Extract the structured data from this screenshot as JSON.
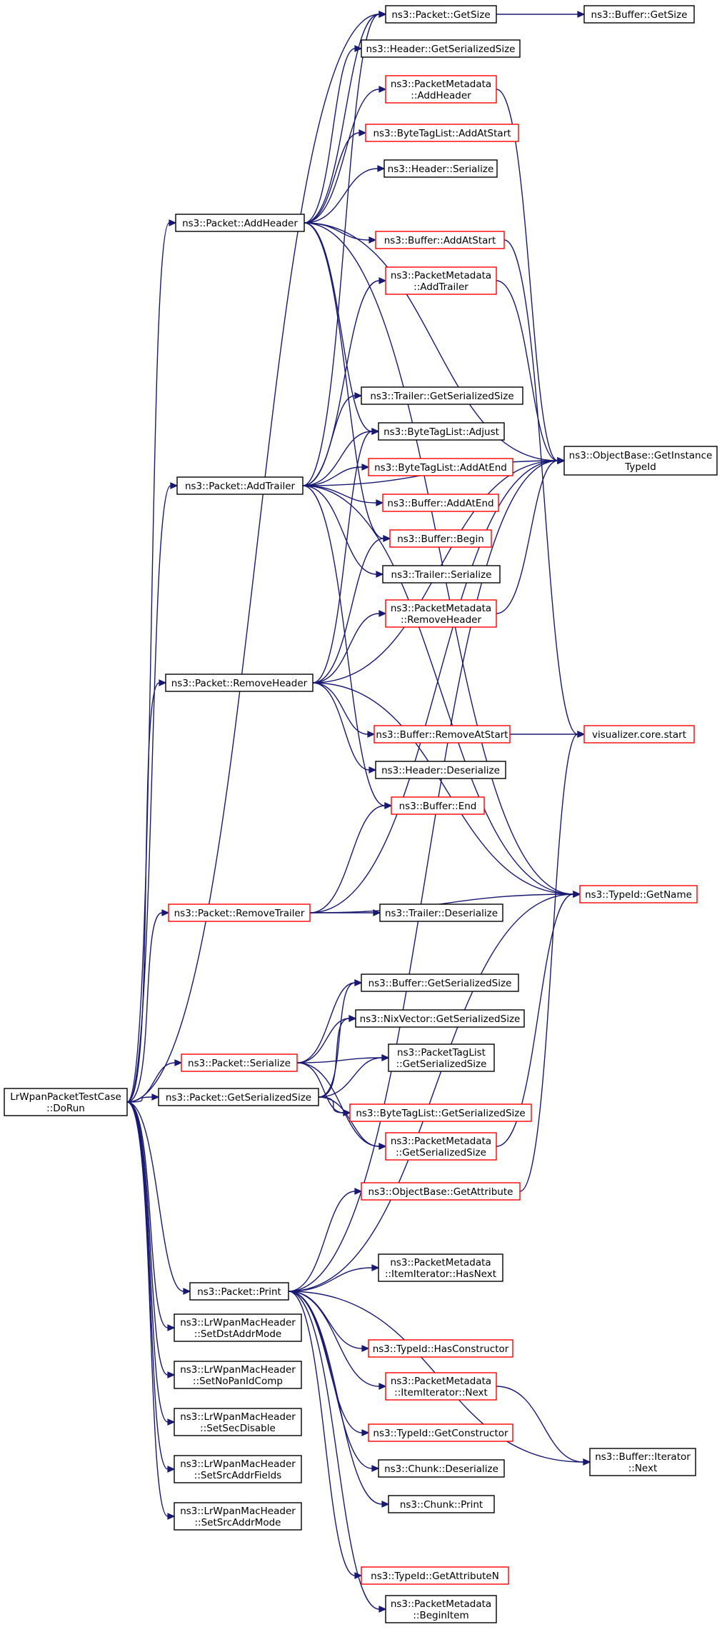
{
  "colors": {
    "edge": "#191970",
    "node_border_normal": "#000000",
    "node_border_truncated": "#ff0000",
    "node_fill_root": "#bfbfbf",
    "node_fill": "#ffffff"
  },
  "nodes": [
    {
      "id": "root",
      "lines": [
        "LrWpanPacketTestCase",
        "::DoRun"
      ],
      "kind": "root"
    },
    {
      "id": "pkt_getsize",
      "lines": [
        "ns3::Packet::GetSize"
      ],
      "kind": "normal"
    },
    {
      "id": "buf_getsize",
      "lines": [
        "ns3::Buffer::GetSize"
      ],
      "kind": "normal"
    },
    {
      "id": "hdr_getser",
      "lines": [
        "ns3::Header::GetSerializedSize"
      ],
      "kind": "normal"
    },
    {
      "id": "pm_addheader",
      "lines": [
        "ns3::PacketMetadata",
        "::AddHeader"
      ],
      "kind": "truncated"
    },
    {
      "id": "btl_addatstart",
      "lines": [
        "ns3::ByteTagList::AddAtStart"
      ],
      "kind": "truncated"
    },
    {
      "id": "hdr_serialize",
      "lines": [
        "ns3::Header::Serialize"
      ],
      "kind": "normal"
    },
    {
      "id": "pkt_addheader",
      "lines": [
        "ns3::Packet::AddHeader"
      ],
      "kind": "normal"
    },
    {
      "id": "buf_addatstart",
      "lines": [
        "ns3::Buffer::AddAtStart"
      ],
      "kind": "truncated"
    },
    {
      "id": "pm_addtrailer",
      "lines": [
        "ns3::PacketMetadata",
        "::AddTrailer"
      ],
      "kind": "truncated"
    },
    {
      "id": "trl_getser",
      "lines": [
        "ns3::Trailer::GetSerializedSize"
      ],
      "kind": "normal"
    },
    {
      "id": "btl_adjust",
      "lines": [
        "ns3::ByteTagList::Adjust"
      ],
      "kind": "normal"
    },
    {
      "id": "obj_getinst",
      "lines": [
        "ns3::ObjectBase::GetInstance",
        "TypeId"
      ],
      "kind": "normal"
    },
    {
      "id": "btl_addatend",
      "lines": [
        "ns3::ByteTagList::AddAtEnd"
      ],
      "kind": "truncated"
    },
    {
      "id": "pkt_addtrailer",
      "lines": [
        "ns3::Packet::AddTrailer"
      ],
      "kind": "normal"
    },
    {
      "id": "buf_addatend",
      "lines": [
        "ns3::Buffer::AddAtEnd"
      ],
      "kind": "truncated"
    },
    {
      "id": "buf_begin",
      "lines": [
        "ns3::Buffer::Begin"
      ],
      "kind": "truncated"
    },
    {
      "id": "trl_serialize",
      "lines": [
        "ns3::Trailer::Serialize"
      ],
      "kind": "normal"
    },
    {
      "id": "pm_removeheader",
      "lines": [
        "ns3::PacketMetadata",
        "::RemoveHeader"
      ],
      "kind": "truncated"
    },
    {
      "id": "pkt_removeheader",
      "lines": [
        "ns3::Packet::RemoveHeader"
      ],
      "kind": "normal"
    },
    {
      "id": "buf_removeatstart",
      "lines": [
        "ns3::Buffer::RemoveAtStart"
      ],
      "kind": "truncated"
    },
    {
      "id": "vis_start",
      "lines": [
        "visualizer.core.start"
      ],
      "kind": "truncated"
    },
    {
      "id": "hdr_deserialize",
      "lines": [
        "ns3::Header::Deserialize"
      ],
      "kind": "normal"
    },
    {
      "id": "buf_end",
      "lines": [
        "ns3::Buffer::End"
      ],
      "kind": "truncated"
    },
    {
      "id": "typeid_getname",
      "lines": [
        "ns3::TypeId::GetName"
      ],
      "kind": "truncated"
    },
    {
      "id": "pkt_removetrailer",
      "lines": [
        "ns3::Packet::RemoveTrailer"
      ],
      "kind": "truncated"
    },
    {
      "id": "trl_deserialize",
      "lines": [
        "ns3::Trailer::Deserialize"
      ],
      "kind": "normal"
    },
    {
      "id": "buf_getser",
      "lines": [
        "ns3::Buffer::GetSerializedSize"
      ],
      "kind": "normal"
    },
    {
      "id": "nix_getser",
      "lines": [
        "ns3::NixVector::GetSerializedSize"
      ],
      "kind": "normal"
    },
    {
      "id": "pkt_serialize",
      "lines": [
        "ns3::Packet::Serialize"
      ],
      "kind": "truncated"
    },
    {
      "id": "ptl_getser",
      "lines": [
        "ns3::PacketTagList",
        "::GetSerializedSize"
      ],
      "kind": "normal"
    },
    {
      "id": "pkt_getser",
      "lines": [
        "ns3::Packet::GetSerializedSize"
      ],
      "kind": "normal"
    },
    {
      "id": "btl_getser",
      "lines": [
        "ns3::ByteTagList::GetSerializedSize"
      ],
      "kind": "truncated"
    },
    {
      "id": "pm_getser",
      "lines": [
        "ns3::PacketMetadata",
        "::GetSerializedSize"
      ],
      "kind": "truncated"
    },
    {
      "id": "obj_getattr",
      "lines": [
        "ns3::ObjectBase::GetAttribute"
      ],
      "kind": "truncated"
    },
    {
      "id": "pm_ii_hasnext",
      "lines": [
        "ns3::PacketMetadata",
        "::ItemIterator::HasNext"
      ],
      "kind": "normal"
    },
    {
      "id": "pkt_print",
      "lines": [
        "ns3::Packet::Print"
      ],
      "kind": "normal"
    },
    {
      "id": "lw_setdst",
      "lines": [
        "ns3::LrWpanMacHeader",
        "::SetDstAddrMode"
      ],
      "kind": "normal"
    },
    {
      "id": "typeid_hasctor",
      "lines": [
        "ns3::TypeId::HasConstructor"
      ],
      "kind": "truncated"
    },
    {
      "id": "lw_setnopan",
      "lines": [
        "ns3::LrWpanMacHeader",
        "::SetNoPanIdComp"
      ],
      "kind": "normal"
    },
    {
      "id": "pm_ii_next",
      "lines": [
        "ns3::PacketMetadata",
        "::ItemIterator::Next"
      ],
      "kind": "truncated"
    },
    {
      "id": "lw_setsec",
      "lines": [
        "ns3::LrWpanMacHeader",
        "::SetSecDisable"
      ],
      "kind": "normal"
    },
    {
      "id": "typeid_getctor",
      "lines": [
        "ns3::TypeId::GetConstructor"
      ],
      "kind": "truncated"
    },
    {
      "id": "buf_it_next",
      "lines": [
        "ns3::Buffer::Iterator",
        "::Next"
      ],
      "kind": "normal"
    },
    {
      "id": "lw_setsrcfields",
      "lines": [
        "ns3::LrWpanMacHeader",
        "::SetSrcAddrFields"
      ],
      "kind": "normal"
    },
    {
      "id": "chunk_deserialize",
      "lines": [
        "ns3::Chunk::Deserialize"
      ],
      "kind": "normal"
    },
    {
      "id": "lw_setsrcmode",
      "lines": [
        "ns3::LrWpanMacHeader",
        "::SetSrcAddrMode"
      ],
      "kind": "normal"
    },
    {
      "id": "chunk_print",
      "lines": [
        "ns3::Chunk::Print"
      ],
      "kind": "normal"
    },
    {
      "id": "typeid_getattrn",
      "lines": [
        "ns3::TypeId::GetAttributeN"
      ],
      "kind": "truncated"
    },
    {
      "id": "pm_beginitem",
      "lines": [
        "ns3::PacketMetadata",
        "::BeginItem"
      ],
      "kind": "normal"
    }
  ],
  "edges": [
    [
      "root",
      "pkt_getsize"
    ],
    [
      "root",
      "pkt_addheader"
    ],
    [
      "root",
      "pkt_addtrailer"
    ],
    [
      "root",
      "pkt_removeheader"
    ],
    [
      "root",
      "pkt_removetrailer"
    ],
    [
      "root",
      "pkt_serialize"
    ],
    [
      "root",
      "pkt_getser"
    ],
    [
      "root",
      "pkt_print"
    ],
    [
      "root",
      "lw_setdst"
    ],
    [
      "root",
      "lw_setnopan"
    ],
    [
      "root",
      "lw_setsec"
    ],
    [
      "root",
      "lw_setsrcfields"
    ],
    [
      "root",
      "lw_setsrcmode"
    ],
    [
      "pkt_getsize",
      "buf_getsize"
    ],
    [
      "pkt_addheader",
      "pkt_getsize"
    ],
    [
      "pkt_addheader",
      "hdr_getser"
    ],
    [
      "pkt_addheader",
      "pm_addheader"
    ],
    [
      "pkt_addheader",
      "btl_addatstart"
    ],
    [
      "pkt_addheader",
      "hdr_serialize"
    ],
    [
      "pkt_addheader",
      "buf_addatstart"
    ],
    [
      "pkt_addheader",
      "btl_adjust"
    ],
    [
      "pkt_addheader",
      "obj_getinst"
    ],
    [
      "pkt_addheader",
      "buf_begin"
    ],
    [
      "pkt_addheader",
      "typeid_getname"
    ],
    [
      "pm_addheader",
      "obj_getinst"
    ],
    [
      "pm_addtrailer",
      "obj_getinst"
    ],
    [
      "pm_removeheader",
      "obj_getinst"
    ],
    [
      "buf_addatstart",
      "vis_start"
    ],
    [
      "pkt_addtrailer",
      "pkt_getsize"
    ],
    [
      "pkt_addtrailer",
      "pm_addtrailer"
    ],
    [
      "pkt_addtrailer",
      "trl_getser"
    ],
    [
      "pkt_addtrailer",
      "btl_adjust"
    ],
    [
      "pkt_addtrailer",
      "obj_getinst"
    ],
    [
      "pkt_addtrailer",
      "btl_addatend"
    ],
    [
      "pkt_addtrailer",
      "buf_addatend"
    ],
    [
      "pkt_addtrailer",
      "trl_serialize"
    ],
    [
      "pkt_addtrailer",
      "buf_end"
    ],
    [
      "pkt_addtrailer",
      "typeid_getname"
    ],
    [
      "pkt_removeheader",
      "btl_adjust"
    ],
    [
      "pkt_removeheader",
      "buf_begin"
    ],
    [
      "pkt_removeheader",
      "pm_removeheader"
    ],
    [
      "pkt_removeheader",
      "obj_getinst"
    ],
    [
      "pkt_removeheader",
      "buf_removeatstart"
    ],
    [
      "pkt_removeheader",
      "hdr_deserialize"
    ],
    [
      "pkt_removeheader",
      "typeid_getname"
    ],
    [
      "buf_removeatstart",
      "vis_start"
    ],
    [
      "pkt_removetrailer",
      "buf_end"
    ],
    [
      "pkt_removetrailer",
      "obj_getinst"
    ],
    [
      "pkt_removetrailer",
      "trl_deserialize"
    ],
    [
      "pkt_removetrailer",
      "typeid_getname"
    ],
    [
      "pkt_serialize",
      "buf_getser"
    ],
    [
      "pkt_serialize",
      "nix_getser"
    ],
    [
      "pkt_serialize",
      "ptl_getser"
    ],
    [
      "pkt_serialize",
      "btl_getser"
    ],
    [
      "pkt_serialize",
      "pm_getser"
    ],
    [
      "pkt_getser",
      "buf_getser"
    ],
    [
      "pkt_getser",
      "nix_getser"
    ],
    [
      "pkt_getser",
      "ptl_getser"
    ],
    [
      "pkt_getser",
      "btl_getser"
    ],
    [
      "pkt_getser",
      "pm_getser"
    ],
    [
      "pm_getser",
      "typeid_getname"
    ],
    [
      "obj_getattr",
      "vis_start"
    ],
    [
      "pkt_print",
      "obj_getattr"
    ],
    [
      "pkt_print",
      "obj_getinst"
    ],
    [
      "pkt_print",
      "pm_ii_hasnext"
    ],
    [
      "pkt_print",
      "typeid_getname"
    ],
    [
      "pkt_print",
      "typeid_hasctor"
    ],
    [
      "pkt_print",
      "pm_ii_next"
    ],
    [
      "pkt_print",
      "typeid_getctor"
    ],
    [
      "pkt_print",
      "chunk_deserialize"
    ],
    [
      "pkt_print",
      "chunk_print"
    ],
    [
      "pkt_print",
      "buf_it_next"
    ],
    [
      "pkt_print",
      "typeid_getattrn"
    ],
    [
      "pkt_print",
      "pm_beginitem"
    ],
    [
      "pm_ii_next",
      "buf_it_next"
    ]
  ]
}
